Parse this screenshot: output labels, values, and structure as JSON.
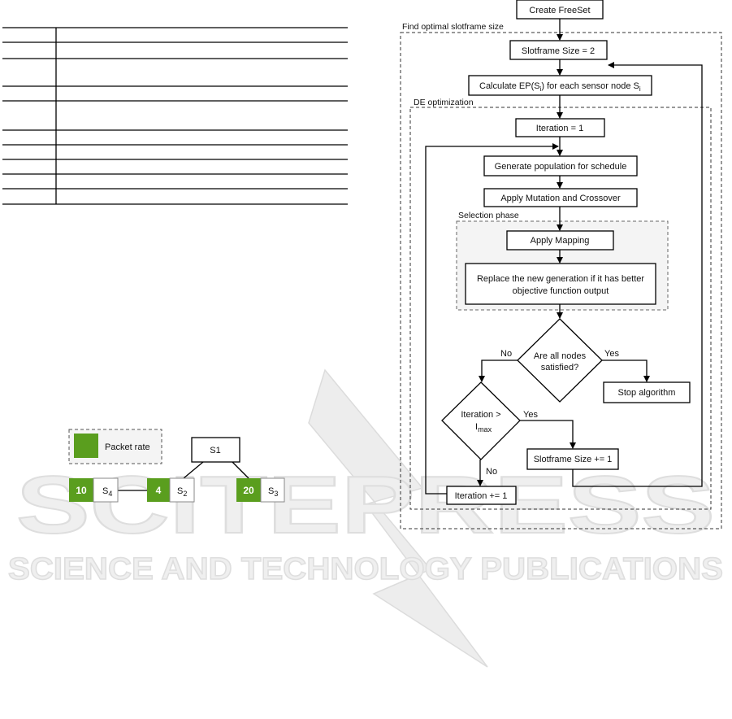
{
  "flowchart": {
    "create": "Create FreeSet",
    "outer_group": "Find optimal slotframe size",
    "slotframe_init": "Slotframe Size = 2",
    "calc_ep": {
      "pre": "Calculate EP(S",
      "sub1": "i",
      "mid": ") for each sensor node S",
      "sub2": "i"
    },
    "de_group": "DE optimization",
    "iteration_init": "Iteration = 1",
    "generate": "Generate population for schedule",
    "mutation": "Apply Mutation and Crossover",
    "selection_group": "Selection phase",
    "mapping": "Apply Mapping",
    "replace": {
      "line1": "Replace the new generation if it has better",
      "line2": "objective function output"
    },
    "decision1": {
      "line1": "Are all nodes",
      "line2": "satisfied?"
    },
    "no_label": "No",
    "yes_label": "Yes",
    "stop": "Stop algorithm",
    "decision2": {
      "line1": "Iteration >",
      "line2_main": "I",
      "line2_sub": "max"
    },
    "yes2_label": "Yes",
    "no2_label": "No",
    "slot_inc": "Slotframe Size += 1",
    "iter_inc": "Iteration += 1"
  },
  "network": {
    "legend_label": "Packet rate",
    "root": "S1",
    "nodes": [
      {
        "rate": "10",
        "name": "S",
        "sub": "4"
      },
      {
        "rate": "4",
        "name": "S",
        "sub": "2"
      },
      {
        "rate": "20",
        "name": "S",
        "sub": "3"
      }
    ]
  },
  "watermark": {
    "line1": "SCITEPRESS",
    "line2": "SCIENCE AND TECHNOLOGY PUBLICATIONS"
  },
  "colors": {
    "packet_green": "#5a9e1e",
    "selection_fill": "#f4f4f4"
  }
}
